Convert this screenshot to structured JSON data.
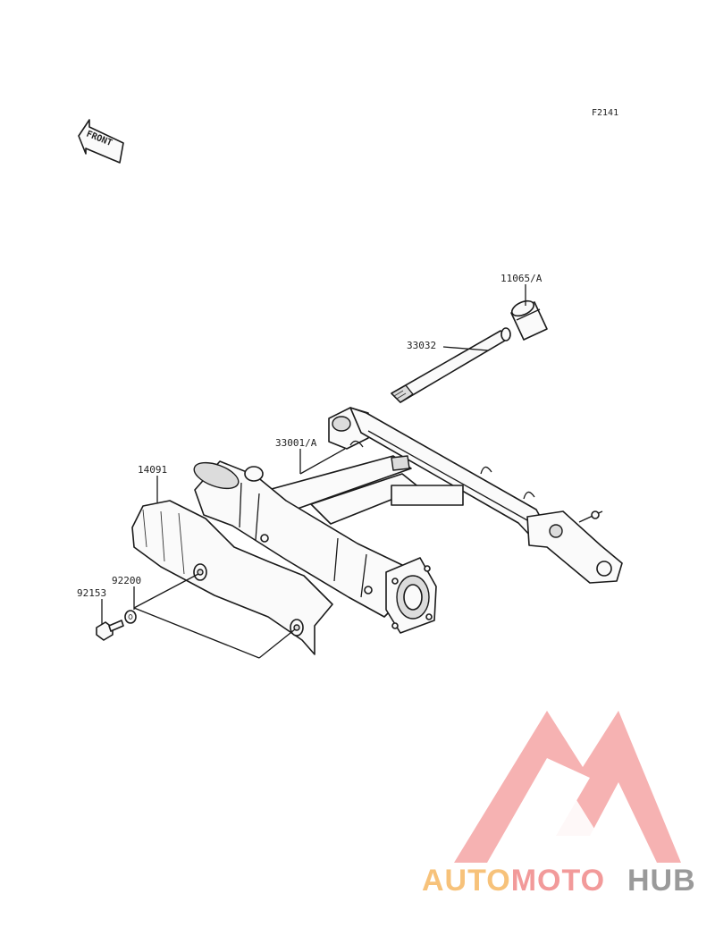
{
  "diagram": {
    "code": "F2141",
    "front_label": "FRONT",
    "callouts": [
      {
        "id": "c1",
        "label": "11065/A"
      },
      {
        "id": "c2",
        "label": "33032"
      },
      {
        "id": "c3",
        "label": "33001/A"
      },
      {
        "id": "c4",
        "label": "14091"
      },
      {
        "id": "c5",
        "label": "92200"
      },
      {
        "id": "c6",
        "label": "92153"
      }
    ]
  },
  "watermark": {
    "part1": "AUTOMOTO",
    "part2": "HUB",
    "colors": {
      "triangle": "#f4a5a5",
      "auto": "#f7c27a",
      "moto": "#f29a9a",
      "hub": "#9a9a9a"
    }
  }
}
